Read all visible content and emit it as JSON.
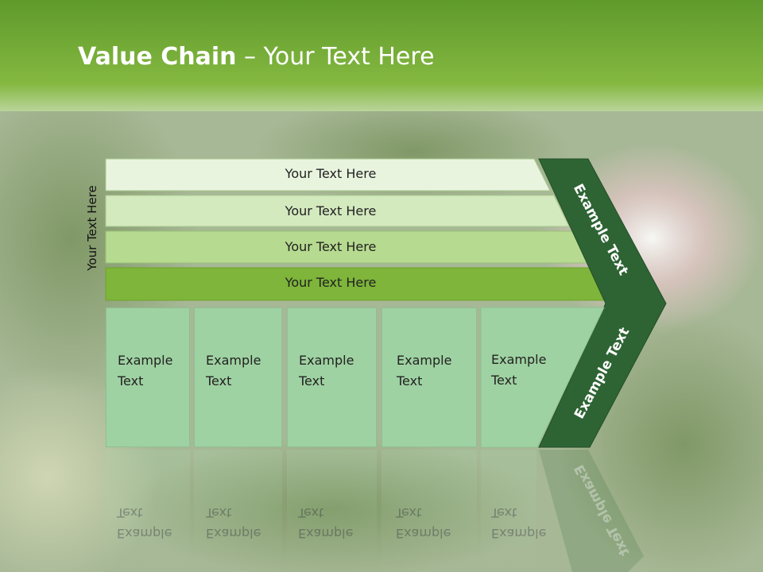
{
  "title": {
    "bold": "Value Chain",
    "rest": " – Your Text Here"
  },
  "side_label": "Your Text Here",
  "rows": [
    {
      "label": "Your Text Here",
      "color": "#e9f4df"
    },
    {
      "label": "Your Text Here",
      "color": "#d3e9be"
    },
    {
      "label": "Your Text Here",
      "color": "#b6da8f"
    },
    {
      "label": "Your Text Here",
      "color": "#7eb53a"
    }
  ],
  "columns": [
    {
      "line1": "Example",
      "line2": "Text"
    },
    {
      "line1": "Example",
      "line2": "Text"
    },
    {
      "line1": "Example",
      "line2": "Text"
    },
    {
      "line1": "Example",
      "line2": "Text"
    },
    {
      "line1": "Example",
      "line2": "Text"
    }
  ],
  "chevron": {
    "upper": "Example Text",
    "lower": "Example Text",
    "color": "#2e6434"
  },
  "colors": {
    "header": "#6aa83a",
    "column": "#9fd2a2"
  }
}
